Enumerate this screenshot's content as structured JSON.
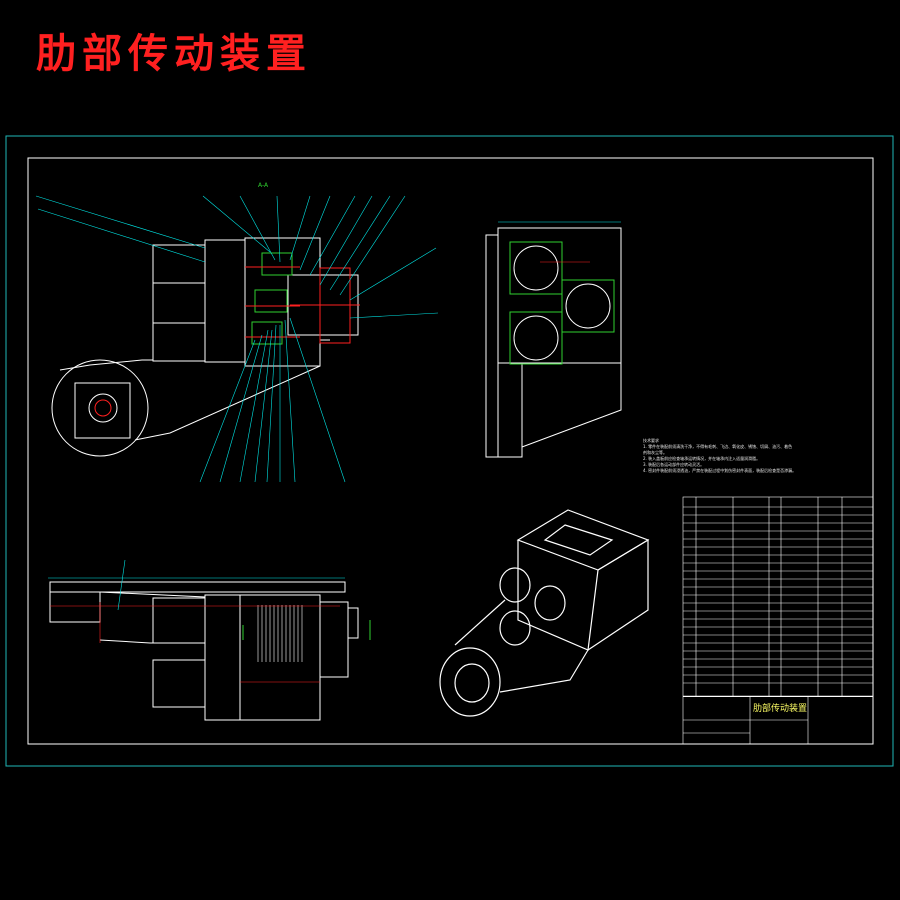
{
  "page": {
    "title": "肋部传动装置"
  },
  "drawing": {
    "colors": {
      "frame": "#1fb7b7",
      "outline": "#ffffff",
      "leader": "#00e5e5",
      "green": "#2fd02f",
      "red": "#ff2020",
      "magenta": "#ff40ff",
      "yellow": "#ffff66"
    },
    "section_label": "A-A",
    "notes_heading": "技术要求",
    "notes": [
      "1. 零件在装配前须清洗干净，不得有毛刺、飞边、氧化皮、锈蚀、切屑、油污、着色",
      "剂和灰尘等。",
      "2. 装入盖板前应检查轴承运转情况，并在轴承内注入适量润滑脂。",
      "3. 装配后各运动部件应转动灵活。",
      "4. 密封件装配前须浸透油，严禁在装配过程中划伤密封件表面，装配后检查是否渗漏。"
    ],
    "title_block": {
      "name": "肋部传动装置"
    }
  }
}
